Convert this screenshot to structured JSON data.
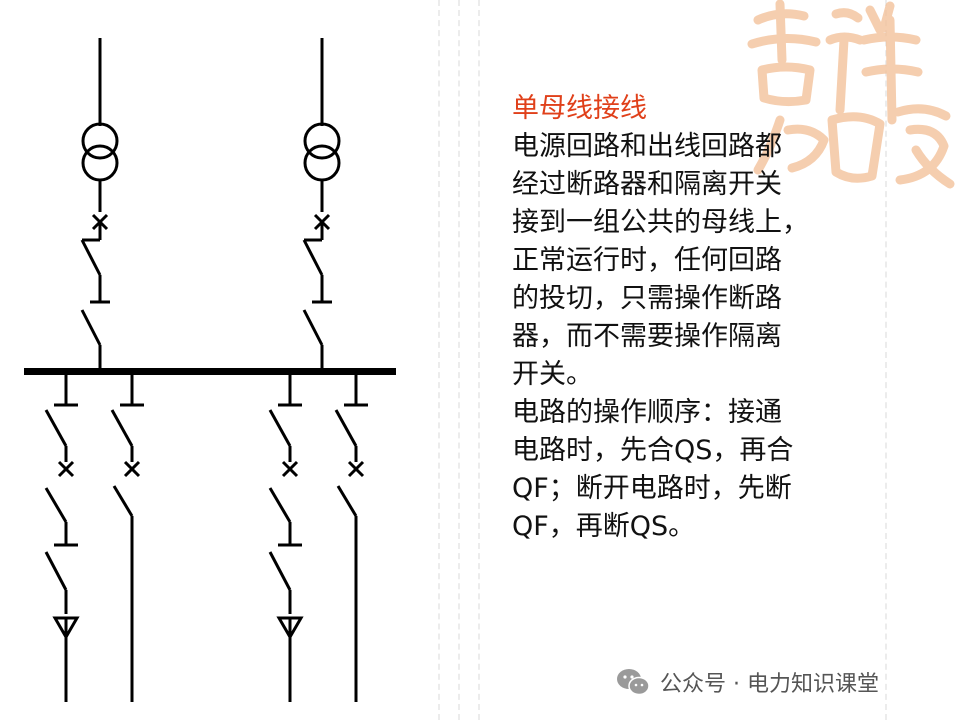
{
  "title": "单母线接线",
  "paragraph_1": "电源回路和出线回路都\n经过断路器和隔离开关\n接到一组公共的母线上，\n正常运行时，任何回路\n的投切，只需操作断路\n器，而不需要操作隔离\n开关。",
  "paragraph_2": "电路的操作顺序：接通\n电路时，先合QS，再合\nQF；断开电路时，先断\nQF，再断QS。",
  "footer": {
    "label": "公众号 · 电力知识课堂",
    "icon": "wechat-icon"
  },
  "watermark_icon": "calligraphy-watermark",
  "colors": {
    "title": "#e0401a",
    "text": "#111111",
    "line": "#000000",
    "watermark": "#f3c29c"
  }
}
